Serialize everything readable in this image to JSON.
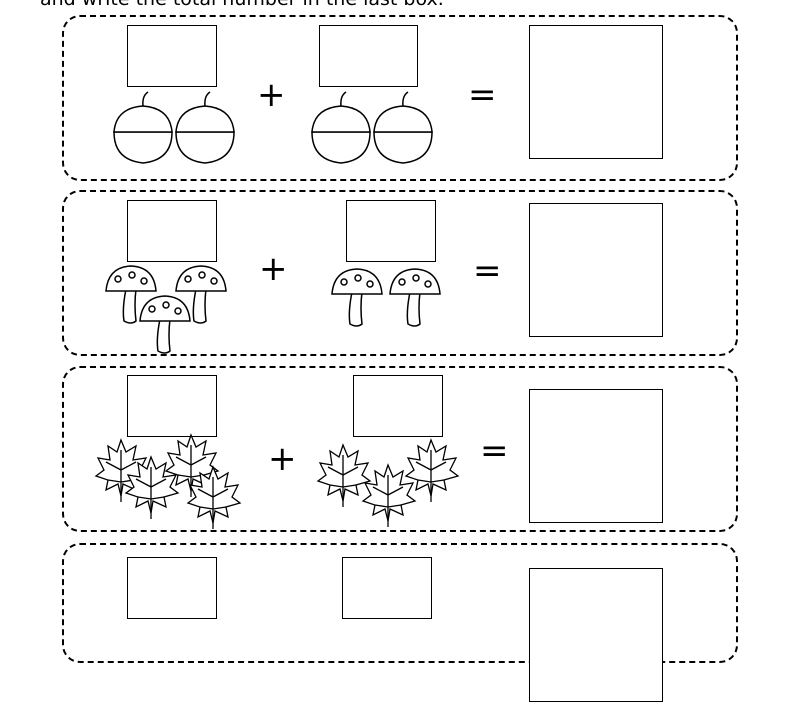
{
  "instruction": "and write the total number in the last box.",
  "operators": {
    "plus": "+",
    "equals": "="
  },
  "rows": [
    {
      "item_icon": "acorn-icon",
      "left_count": 2,
      "right_count": 2
    },
    {
      "item_icon": "mushroom-icon",
      "left_count": 3,
      "right_count": 2
    },
    {
      "item_icon": "maple-leaf-icon",
      "left_count": 4,
      "right_count": 3
    },
    {
      "item_icon": "unknown",
      "left_count": null,
      "right_count": null
    }
  ]
}
